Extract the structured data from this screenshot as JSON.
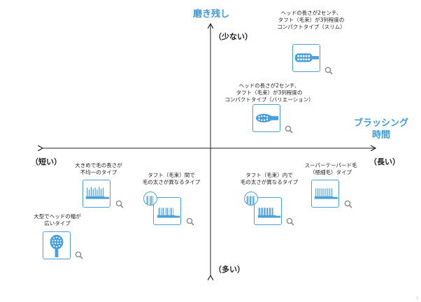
{
  "vertical_axis": {
    "title": "磨き残し",
    "top_label": "（少ない）",
    "bottom_label": "（多い）"
  },
  "horizontal_axis": {
    "title_line1": "ブラッシング",
    "title_line2": "時間",
    "left_label": "（短い）",
    "right_label": "（長い）"
  },
  "items": [
    {
      "lines": [
        "ヘッドの長さが2センチ、",
        "タフト（毛束）が3列程度の",
        "コンパクトタイプ（スリム）"
      ],
      "icon": "slim-compact-brush-icon"
    },
    {
      "lines": [
        "ヘッドの長さが2センチ、",
        "タフト（毛束）が3列程度の",
        "コンパクトタイプ（バリエーション）"
      ],
      "icon": "variation-compact-brush-icon"
    },
    {
      "lines": [
        "大きめで毛の長さが",
        "不均一のタイプ"
      ],
      "icon": "uneven-length-brush-icon"
    },
    {
      "lines": [
        "タフト（毛束）間で",
        "毛の太さが異なるタイプ"
      ],
      "icon": "mixed-thickness-between-tufts-brush-icon"
    },
    {
      "lines": [
        "大型でヘッドの幅が",
        "広いタイプ"
      ],
      "icon": "wide-head-brush-icon"
    },
    {
      "lines": [
        "タフト（毛束）内で",
        "毛の太さが異なるタイプ"
      ],
      "icon": "mixed-thickness-within-tuft-brush-icon"
    },
    {
      "lines": [
        "スーパーテーパード毛",
        "（極細毛）タイプ"
      ],
      "icon": "super-tapered-brush-icon"
    }
  ],
  "colors": {
    "accent": "#3d9ad6",
    "tile_border": "#4aa0dc",
    "axis": "#222222",
    "magnifier": "#888888"
  },
  "page_number": "1"
}
